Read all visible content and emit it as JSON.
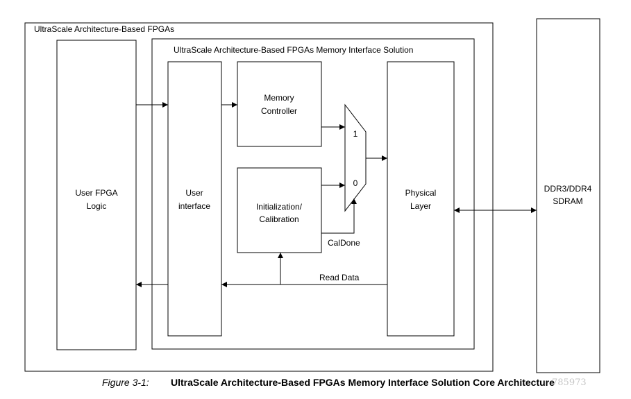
{
  "diagram": {
    "outer_fpga_label": "UltraScale Architecture-Based FPGAs",
    "mis_label": "UltraScale Architecture-Based FPGAs Memory Interface Solution",
    "user_fpga_logic": [
      "User FPGA",
      "Logic"
    ],
    "user_interface": [
      "User",
      "interface"
    ],
    "memory_controller": [
      "Memory",
      "Controller"
    ],
    "init_calibration": [
      "Initialization/",
      "Calibration"
    ],
    "physical_layer": [
      "Physical",
      "Layer"
    ],
    "sdram": [
      "DDR3/DDR4",
      "SDRAM"
    ],
    "mux_input_1": "1",
    "mux_input_0": "0",
    "caldone_label": "CalDone",
    "read_data_label": "Read Data"
  },
  "caption": {
    "label": "Figure 3-1:",
    "title": "UltraScale Architecture-Based FPGAs Memory Interface Solution Core Architecture",
    "watermark": "785973"
  }
}
